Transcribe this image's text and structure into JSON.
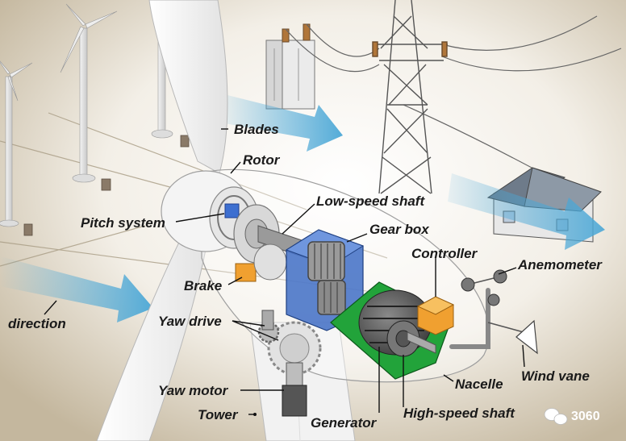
{
  "labels": {
    "blades": "Blades",
    "rotor": "Rotor",
    "low_speed_shaft": "Low-speed shaft",
    "gear_box": "Gear box",
    "pitch_system": "Pitch system",
    "controller": "Controller",
    "anemometer": "Anemometer",
    "brake": "Brake",
    "yaw_drive": "Yaw drive",
    "direction": "direction",
    "wind_vane": "Wind vane",
    "nacelle": "Nacelle",
    "yaw_motor": "Yaw motor",
    "tower": "Tower",
    "generator": "Generator",
    "high_speed_shaft": "High-speed shaft"
  },
  "watermark": {
    "text": "3060",
    "icon": "wechat-icon"
  },
  "colors": {
    "ground": "#c9bca4",
    "wind_arrow": "#4aa7d6",
    "gear_box": "#4a76c8",
    "generator_base": "#22a33a",
    "brake": "#f0a030",
    "controller": "#f0a030",
    "pitch": "#3d6fd0"
  }
}
